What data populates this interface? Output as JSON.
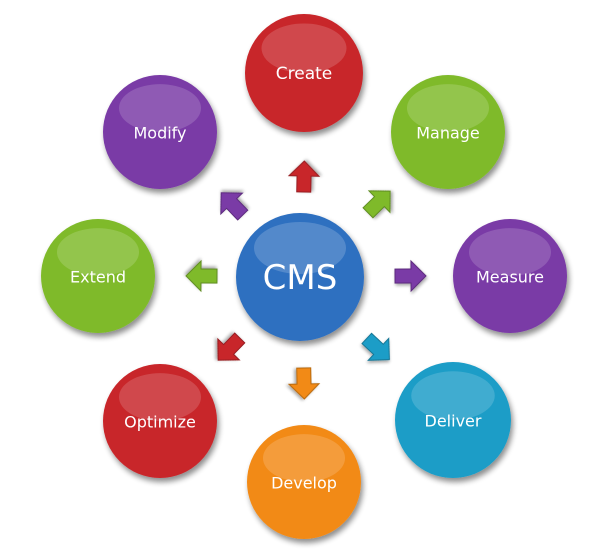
{
  "center": {
    "label": "CMS",
    "color": "#2e6fc0"
  },
  "nodes": [
    {
      "id": "create",
      "label": "Create",
      "color": "#c8262b"
    },
    {
      "id": "manage",
      "label": "Manage",
      "color": "#7fba2c"
    },
    {
      "id": "measure",
      "label": "Measure",
      "color": "#7a3ba6"
    },
    {
      "id": "deliver",
      "label": "Deliver",
      "color": "#1f9dc7"
    },
    {
      "id": "develop",
      "label": "Develop",
      "color": "#f28a16"
    },
    {
      "id": "optimize",
      "label": "Optimize",
      "color": "#c8262b"
    },
    {
      "id": "extend",
      "label": "Extend",
      "color": "#7fba2c"
    },
    {
      "id": "modify",
      "label": "Modify",
      "color": "#7a3ba6"
    }
  ]
}
